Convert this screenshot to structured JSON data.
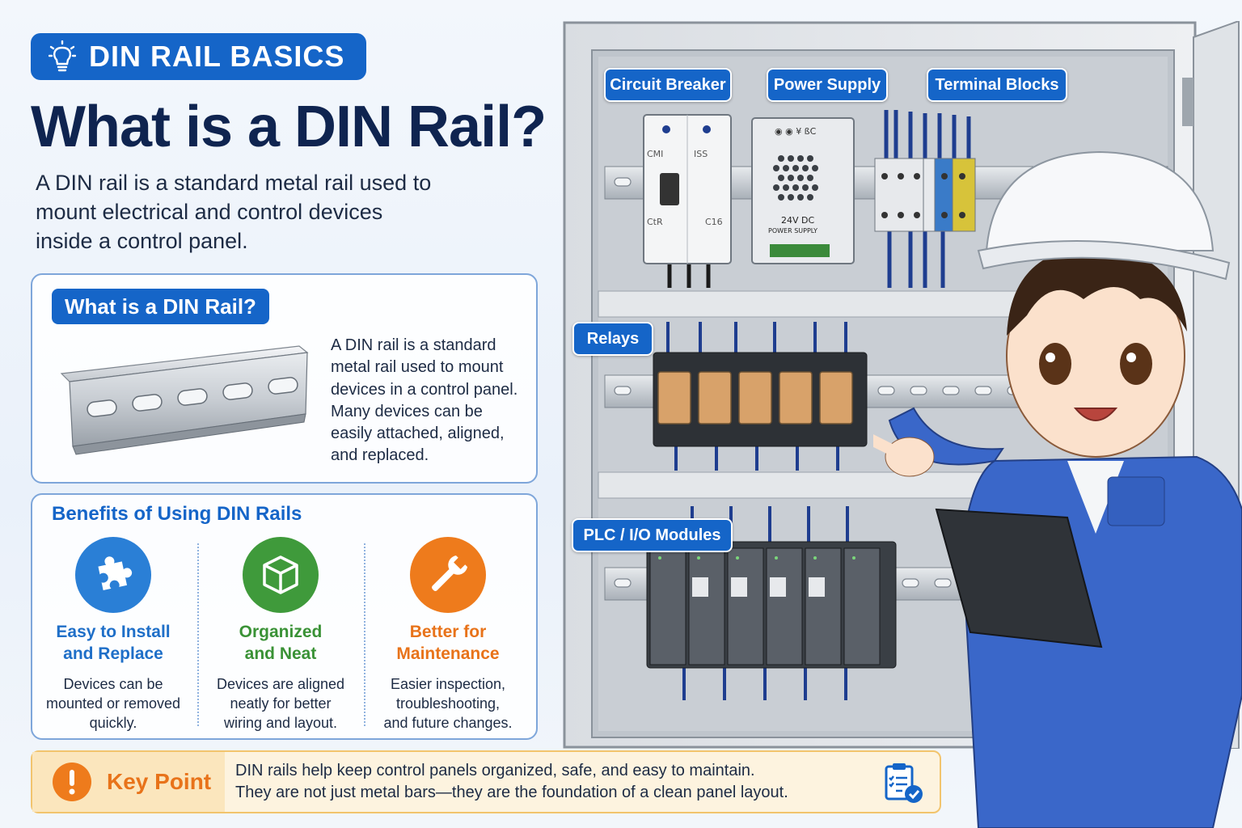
{
  "header": {
    "tag": "DIN RAIL BASICS",
    "title": "What is a DIN Rail?",
    "intro_lines": [
      "A DIN rail is a standard metal rail used to",
      "mount electrical and control devices",
      "inside a control panel."
    ]
  },
  "definition_card": {
    "title": "What is a DIN Rail?",
    "lines": [
      "A DIN rail is a standard",
      "metal rail used to mount",
      "devices in a control panel.",
      "Many devices can be",
      "easily attached, aligned,",
      "and replaced."
    ]
  },
  "benefits": {
    "title": "Benefits of Using DIN Rails",
    "items": [
      {
        "title_lines": [
          "Easy to Install",
          "and Replace"
        ],
        "desc_lines": [
          "Devices can be",
          "mounted or removed",
          "quickly."
        ],
        "icon": "puzzle-icon",
        "color": "#2a7fd6"
      },
      {
        "title_lines": [
          "Organized",
          "and Neat"
        ],
        "desc_lines": [
          "Devices are aligned",
          "neatly for better",
          "wiring and layout."
        ],
        "icon": "cube-icon",
        "color": "#3f9a3b"
      },
      {
        "title_lines": [
          "Better for",
          "Maintenance"
        ],
        "desc_lines": [
          "Easier inspection,",
          "troubleshooting,",
          "and future changes."
        ],
        "icon": "wrench-icon",
        "color": "#ee7b1c"
      }
    ]
  },
  "key_point": {
    "label": "Key Point",
    "lines": [
      "DIN rails help keep control panels organized, safe, and easy to maintain.",
      "They are not just metal bars—they are the foundation of a clean panel layout."
    ]
  },
  "panel": {
    "callouts": {
      "circuit_breaker": "Circuit Breaker",
      "power_supply": "Power Supply",
      "terminal_blocks": "Terminal Blocks",
      "relays": "Relays",
      "plc": "PLC / I/O Modules"
    },
    "breaker_marks": {
      "left": "CMI",
      "right": "ISS",
      "lower": "CtR",
      "rating": "C16"
    },
    "psu_marks": {
      "top": "◉ ◉ ¥ ßC",
      "voltage": "24V DC",
      "label": "POWER SUPPLY"
    }
  },
  "colors": {
    "primary": "#1565c8",
    "title": "#0f2450",
    "green": "#3f9a3b",
    "orange": "#ee7b1c",
    "keypoint_bg": "#fdf3df"
  }
}
